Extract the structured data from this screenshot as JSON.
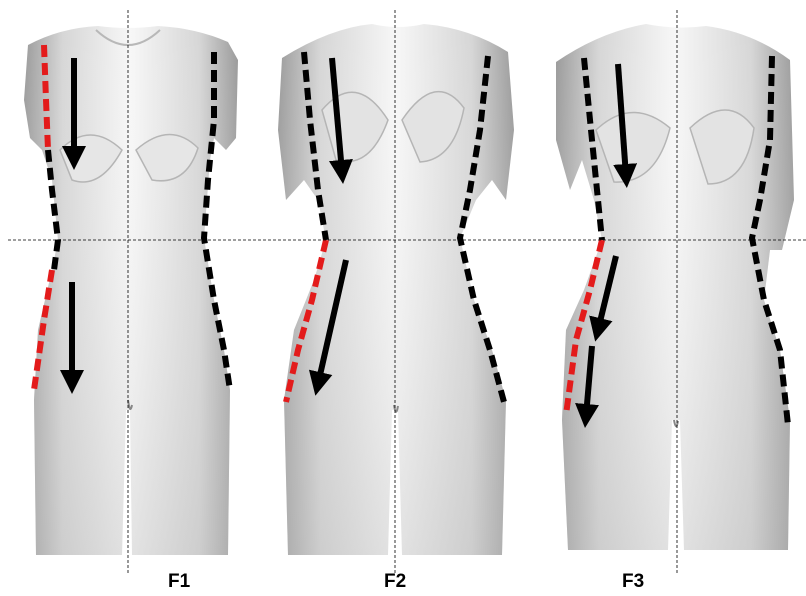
{
  "figures": [
    {
      "label": "F1"
    },
    {
      "label": "F2"
    },
    {
      "label": "F3"
    }
  ],
  "colors": {
    "body_light": "#f4f4f4",
    "body_mid": "#cfcfcf",
    "body_dark": "#8e8e8e",
    "outline_black": "#000000",
    "outline_red": "#e31b1b",
    "guide_line": "#000000"
  }
}
